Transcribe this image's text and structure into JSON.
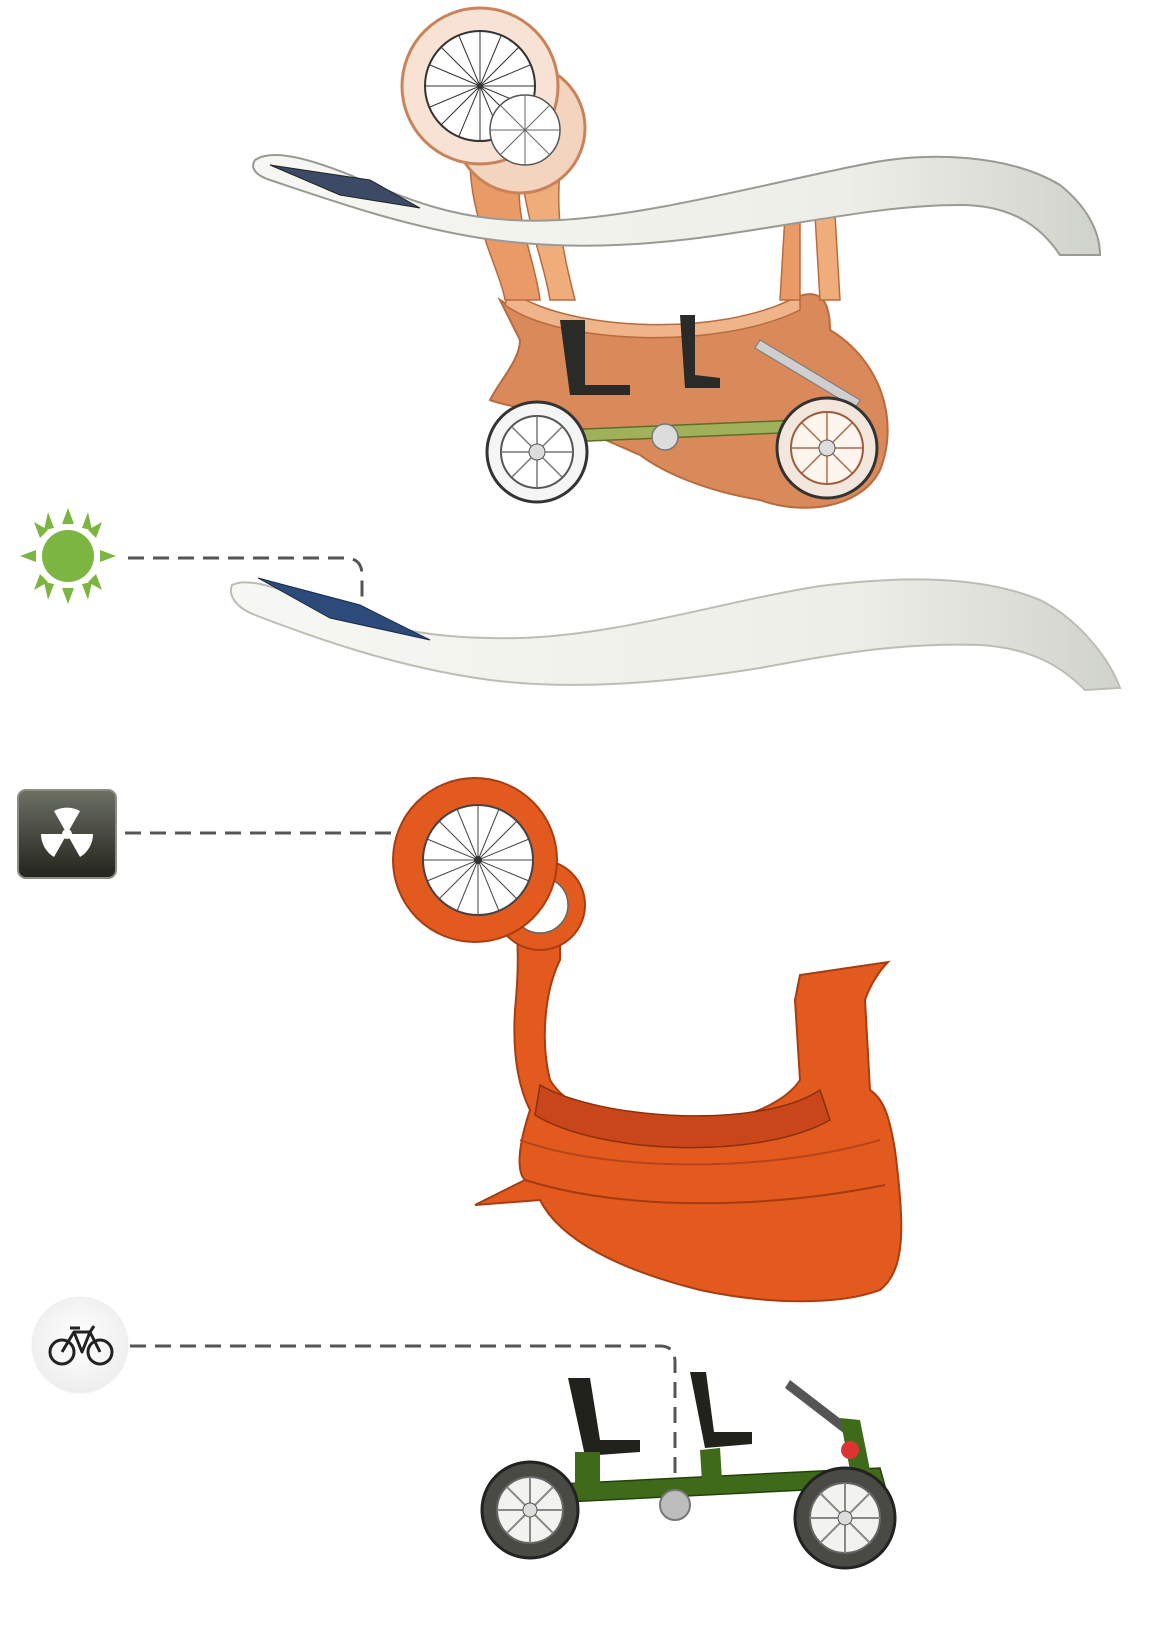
{
  "diagram": {
    "components": [
      {
        "id": "solar",
        "icon": "sun-icon"
      },
      {
        "id": "wind",
        "icon": "radiation-icon"
      },
      {
        "id": "pedal",
        "icon": "bicycle-icon"
      }
    ]
  },
  "colors": {
    "background": "#ffffff",
    "sun": "#7cb542",
    "body_orange": "#e35a1f",
    "body_light_orange": "#e79a6c",
    "frame_green": "#6b8c2e",
    "solar_panel": "#2c4a7a",
    "roof_white": "#f1f1ec",
    "roof_grey": "#d2d5cd",
    "connector_dash": "#555555",
    "icon_dark": "#2f3227"
  }
}
